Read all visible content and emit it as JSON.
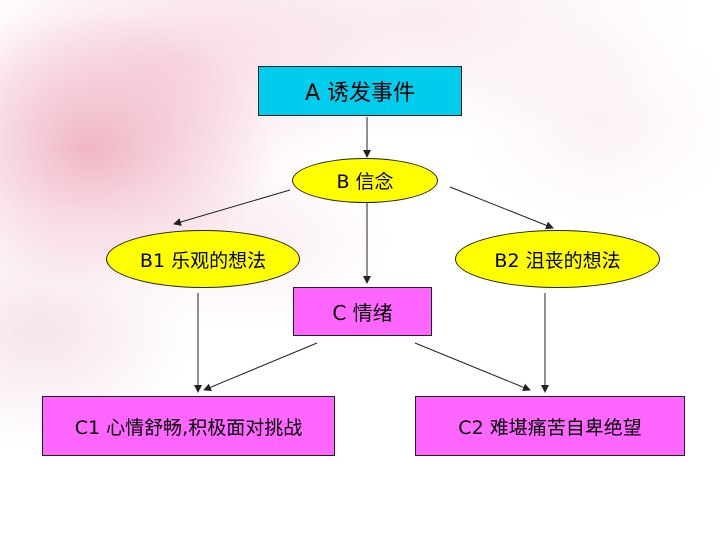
{
  "diagram": {
    "node_a": "A  诱发事件",
    "node_b": "B  信念",
    "node_b1": "B1   乐观的想法",
    "node_b2": "B2   沮丧的想法",
    "node_c": "C  情绪",
    "node_c1": "C1 心情舒畅,积极面对挑战",
    "node_c2": "C2  难堪痛苦自卑绝望"
  },
  "colors": {
    "event": "#00ccee",
    "belief": "#ffff00",
    "emotion": "#ff66ff"
  }
}
